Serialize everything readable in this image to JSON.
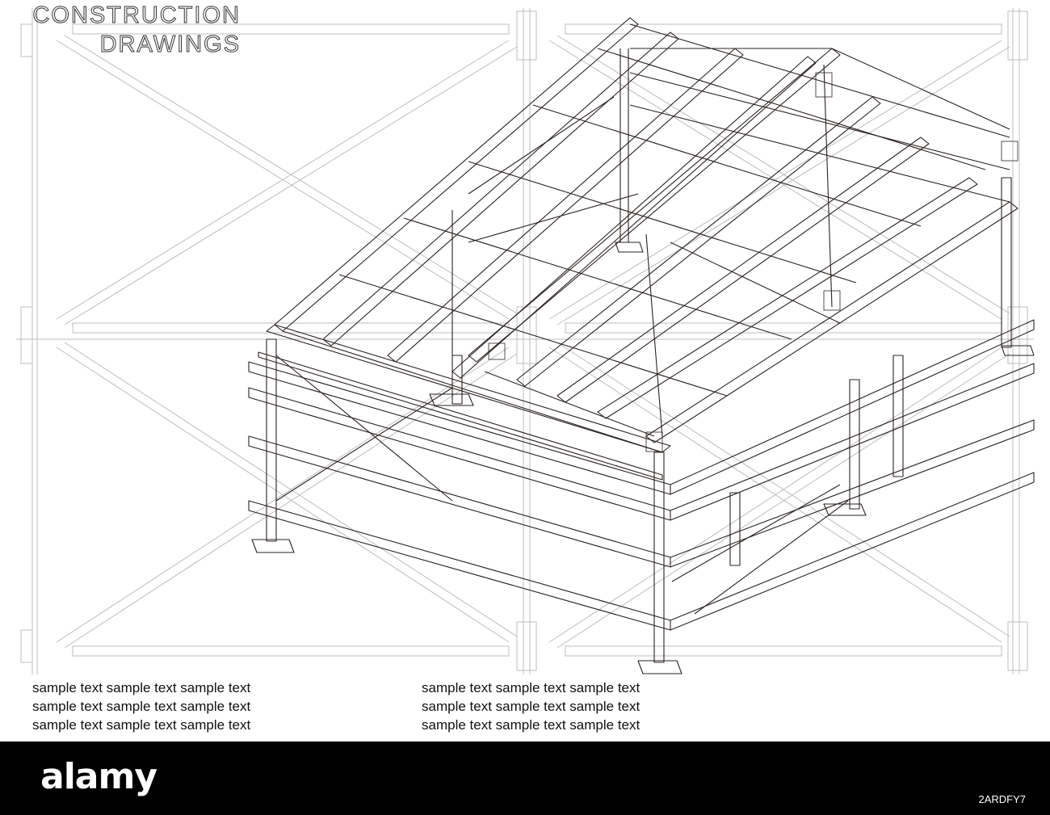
{
  "text_blocks": {
    "left": [
      "sample text sample text sample text",
      "sample text sample text sample text",
      "sample text sample text sample text"
    ],
    "right": [
      "sample text sample text sample text",
      "sample text sample text sample text",
      "sample text sample text sample text"
    ]
  },
  "title": {
    "line1": "CONSTRUCTION",
    "line2": "DRAWINGS"
  },
  "footer": {
    "logo": "alamy",
    "image_id": "2ARDFY7"
  },
  "colors": {
    "background": "#ffffff",
    "frame_ink": "#2a2320",
    "grid_ink": "#b8b8b8",
    "footer_bg": "#000000"
  }
}
